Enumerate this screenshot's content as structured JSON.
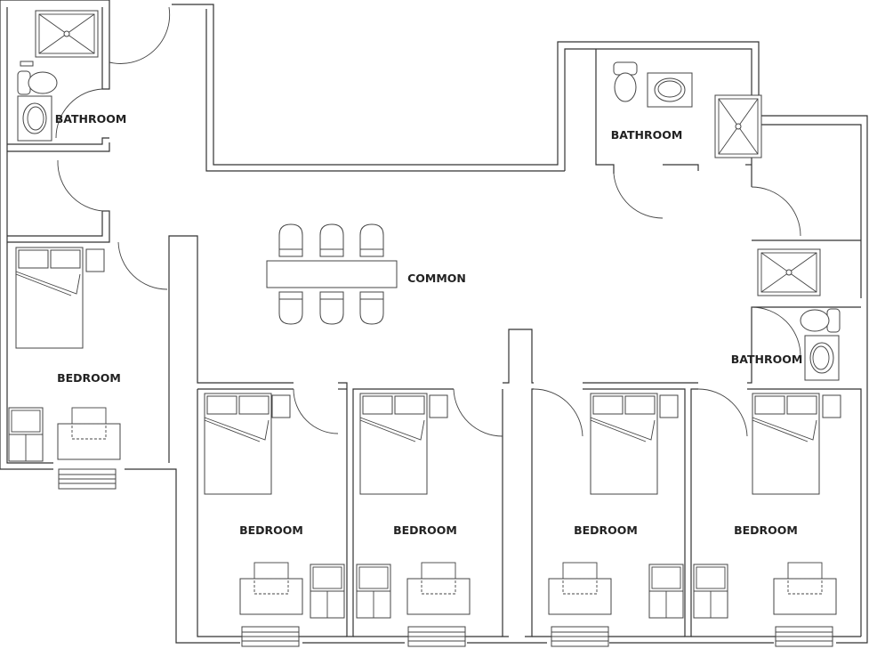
{
  "plan": {
    "rooms": {
      "bathroom_top_left": "BATHROOM",
      "bathroom_top_right": "BATHROOM",
      "bathroom_right": "BATHROOM",
      "common": "COMMON",
      "bedroom_left": "BEDROOM",
      "bedroom_1": "BEDROOM",
      "bedroom_2": "BEDROOM",
      "bedroom_3": "BEDROOM",
      "bedroom_4": "BEDROOM"
    }
  }
}
